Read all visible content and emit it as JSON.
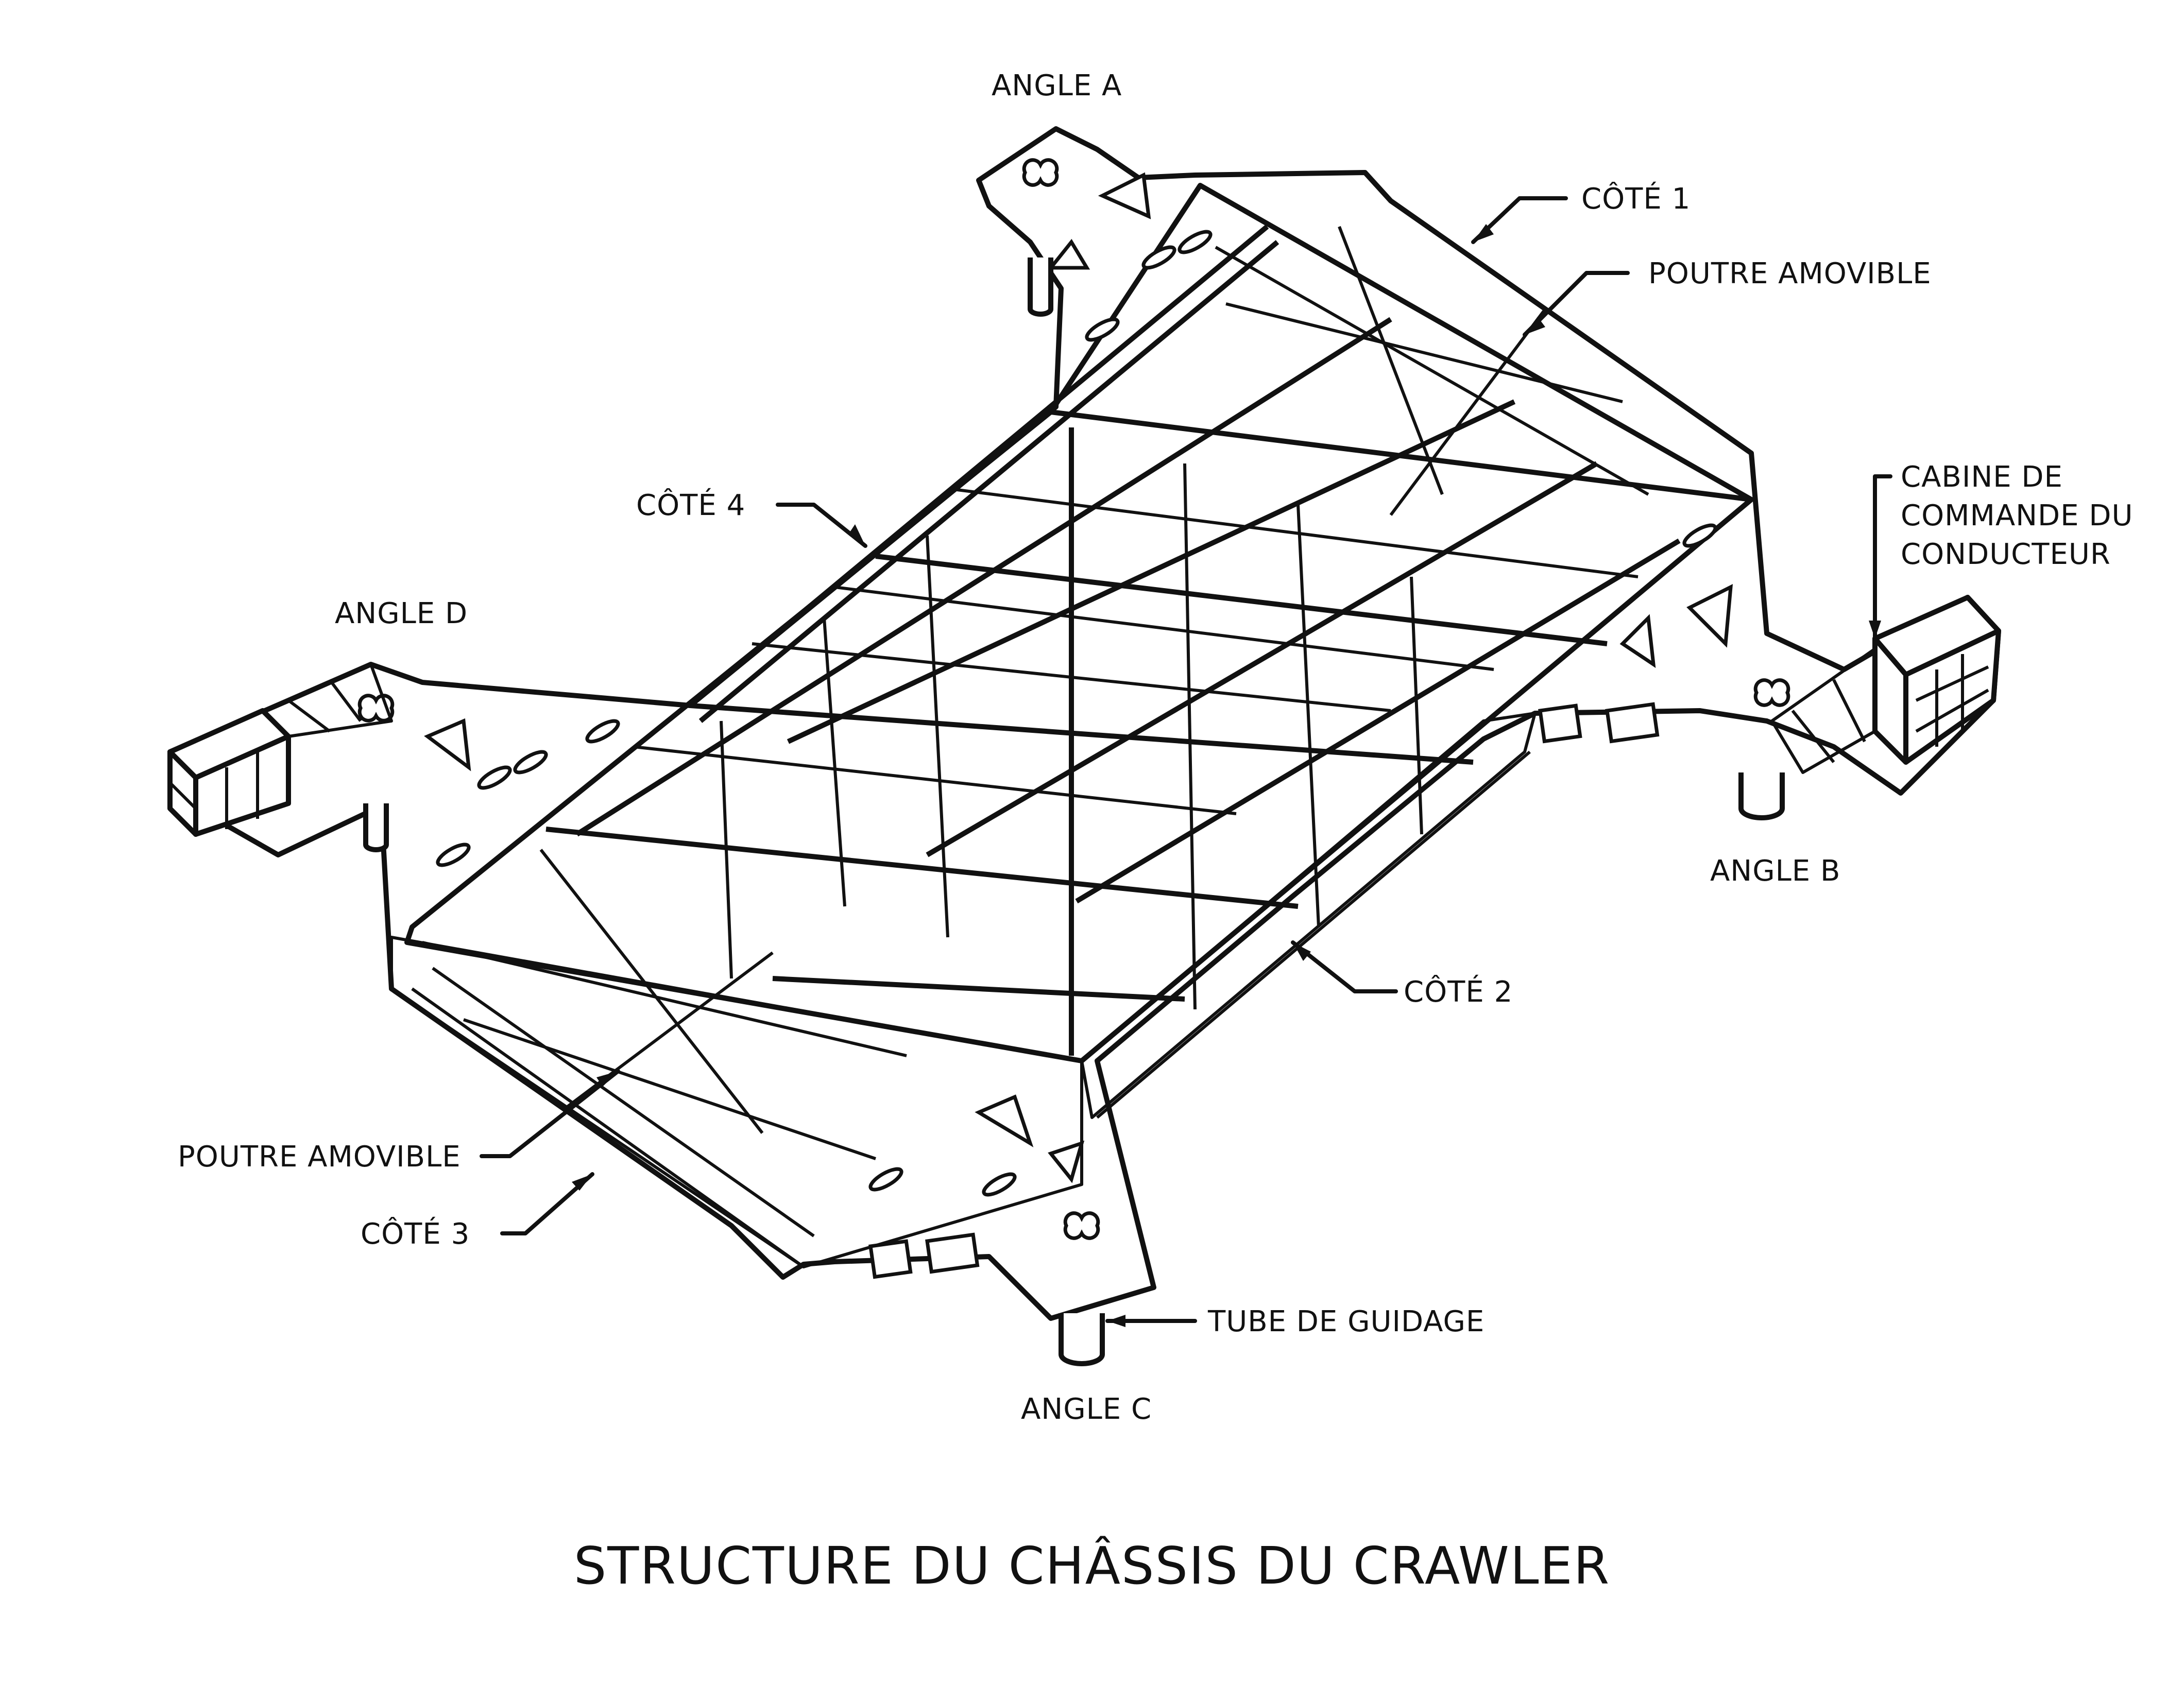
{
  "labels": {
    "angle_a": "ANGLE A",
    "angle_b": "ANGLE B",
    "angle_c": "ANGLE C",
    "angle_d": "ANGLE D",
    "cote_1": "CÔTÉ 1",
    "cote_2": "CÔTÉ 2",
    "cote_3": "CÔTÉ 3",
    "cote_4": "CÔTÉ 4",
    "poutre_amovible_top": "POUTRE AMOVIBLE",
    "poutre_amovible_bottom": "POUTRE AMOVIBLE",
    "cabine_line1": "CABINE DE",
    "cabine_line2": "COMMANDE DU",
    "cabine_line3": "CONDUCTEUR",
    "tube_de_guidage": "TUBE DE GUIDAGE"
  },
  "title": "STRUCTURE DU CHÂSSIS DU CRAWLER",
  "colors": {
    "ink": "#111111",
    "paper": "#ffffff"
  }
}
